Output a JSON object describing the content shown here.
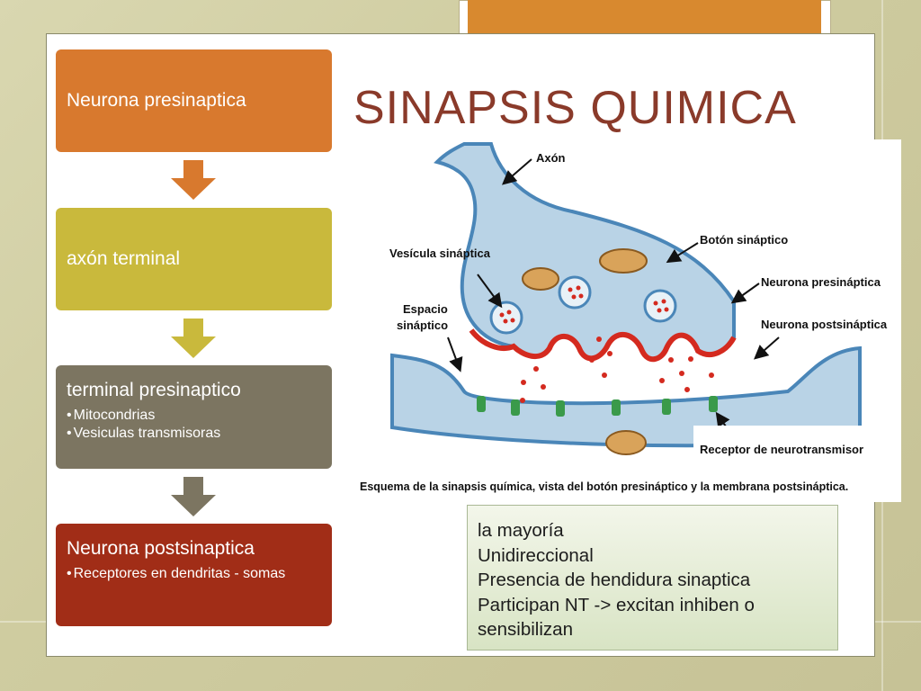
{
  "title": "SINAPSIS QUIMICA",
  "flow": [
    {
      "title": "Neurona presinaptica",
      "bullets": [],
      "color": "#d8792e"
    },
    {
      "title": "axón terminal",
      "bullets": [],
      "color": "#c9b93c"
    },
    {
      "title": "terminal presinaptico",
      "bullets": [
        "Mitocondrias",
        "Vesiculas transmisoras"
      ],
      "color": "#7c7561"
    },
    {
      "title": "Neurona postsinaptica",
      "bullets": [
        "Receptores en dendritas - somas"
      ],
      "color": "#a12d17"
    }
  ],
  "arrow_colors": [
    "#d8792e",
    "#c9b93c",
    "#7c7561"
  ],
  "diagram": {
    "labels": {
      "axon": "Axón",
      "boton": "Botón sináptico",
      "vesicula": "Vesícula sináptica",
      "presinaptica": "Neurona presináptica",
      "espacio_1": "Espacio",
      "espacio_2": "sináptico",
      "postsinaptica": "Neurona postsináptica",
      "receptor": "Receptor de neurotransmisor"
    },
    "caption": "Esquema de la sinapsis química, vista del botón presináptico y la membrana postsináptica."
  },
  "info": {
    "lines": [
      "la mayoría",
      "Unidireccional",
      "Presencia de hendidura sinaptica",
      "Participan  NT -> excitan  inhiben o",
      "sensibilizan"
    ]
  },
  "colors": {
    "accent": "#d8892f",
    "title": "#8a3a2a",
    "cell_fill": "#b9d3e6",
    "cell_stroke": "#4a86b8",
    "membrane_red": "#d42a1f",
    "receptor_green": "#3a9a4a"
  }
}
